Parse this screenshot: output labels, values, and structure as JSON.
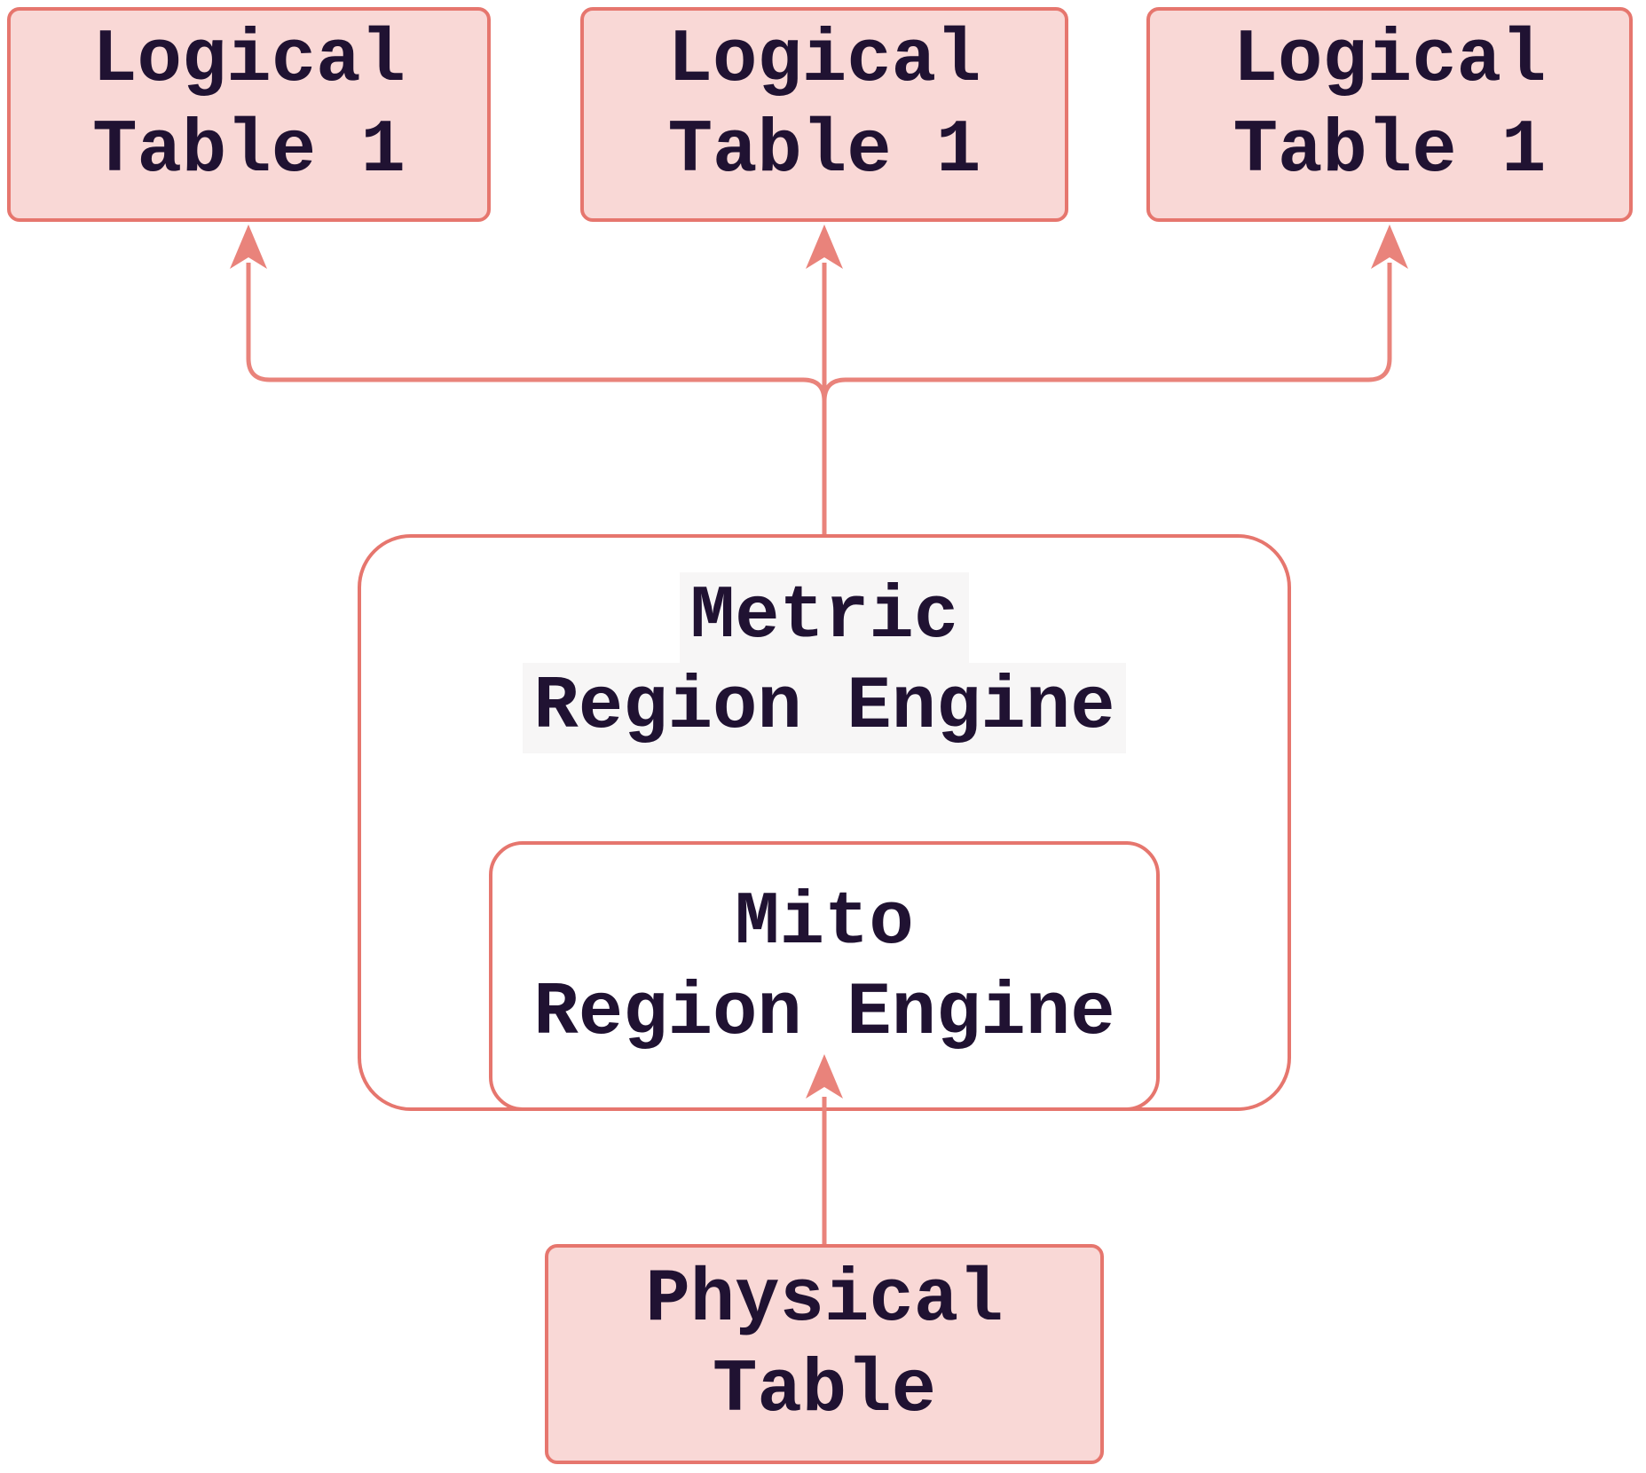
{
  "diagram": {
    "type": "flow-diagram",
    "colors": {
      "canvas_bg": "#ffffff",
      "node_fill": "#f9d8d6",
      "node_border": "#e6766e",
      "connector": "#e9837b",
      "text_color": "#201232",
      "label_bg": "#f7f6f6"
    },
    "nodes": {
      "logical1": {
        "lines": [
          "Logical",
          "Table 1"
        ]
      },
      "logical2": {
        "lines": [
          "Logical",
          "Table 1"
        ]
      },
      "logical3": {
        "lines": [
          "Logical",
          "Table 1"
        ]
      },
      "metric": {
        "lines": [
          "Metric",
          "Region Engine"
        ]
      },
      "mito": {
        "lines": [
          "Mito",
          "Region Engine"
        ]
      },
      "physical": {
        "lines": [
          "Physical",
          "Table"
        ]
      }
    },
    "edges": [
      {
        "from": "metric-region-engine",
        "to": "logical-table-1-left",
        "arrow": "up"
      },
      {
        "from": "metric-region-engine",
        "to": "logical-table-1-middle",
        "arrow": "up"
      },
      {
        "from": "metric-region-engine",
        "to": "logical-table-1-right",
        "arrow": "up"
      },
      {
        "from": "physical-table",
        "to": "mito-region-engine",
        "arrow": "up"
      }
    ]
  }
}
